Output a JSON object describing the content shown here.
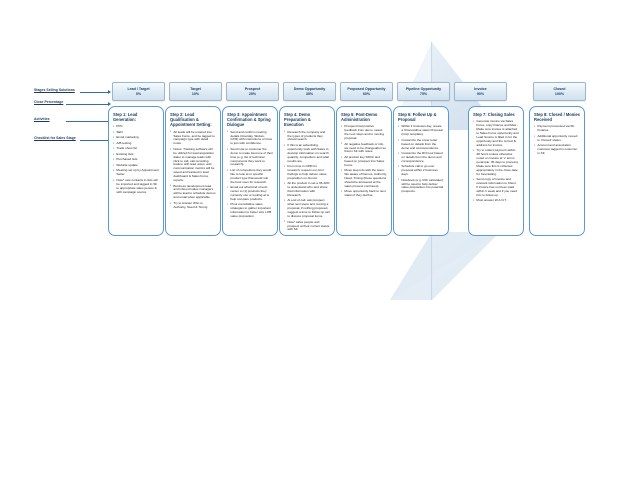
{
  "diagram": {
    "title": "Sales Process Stages Flowchart",
    "accent_color": "#5b9bd5",
    "header_border_color": "#9bb7cf",
    "title_text_color": "#14365c",
    "background_color": "#ffffff",
    "watermark_color": "#dde7f0"
  },
  "left_labels": [
    {
      "text": "Stages Selling Solutions"
    },
    {
      "text": "Close Percentage"
    },
    {
      "text": "Activities"
    },
    {
      "text": "Checklist for Sales Stage"
    }
  ],
  "stages": [
    {
      "name": "Lead / Target",
      "percent": "0%"
    },
    {
      "name": "Target",
      "percent": "10%"
    },
    {
      "name": "Prospect",
      "percent": "25%"
    },
    {
      "name": "Demo Opportunity",
      "percent": "35%"
    },
    {
      "name": "Proposed Opportunity",
      "percent": "60%"
    },
    {
      "name": "Pipeline Opportunity",
      "percent": "75%"
    },
    {
      "name": "Invoice",
      "percent": "90%"
    },
    {
      "name": "Closed",
      "percent": "100%"
    }
  ],
  "cards": [
    {
      "title": "Step 1: Lead Generation:",
      "bullets": [
        "PPC",
        "SEO",
        "Email marketing",
        "A/B testing",
        "Trade show list",
        "Existing lists",
        "Purchased lists",
        "Website update",
        "Meeting set up by Appointment Setter",
        "Note* new contacts in lists will be imported and tagged in SF to appropriate sales person & with campaign source"
      ]
    },
    {
      "title": "Step 2: Lead Qualification & Appointment Setting:",
      "bullets": [
        "All leads will be entered into Sales Force, and be tagged to campaign type with detail notes.",
        "Notes: Tracking software will be utilized for lead acquisition dialer to manage leads with click to call, call recording feature with lead notes, and communication metrics will be saved and tracked in lead dashboard & Sales Force reports.",
        "Business development lead and inbound sales managers will be lead to schedule demos and email when applicable.",
        "Try to Answer Who is, Authority, Need & Timing"
      ]
    },
    {
      "title": "Step 3: Appointment Confirmation & Spring Dialogue",
      "bullets": [
        "Send and confirm meeting details (time/day, Webex, GTM) with instructions on how to join with confidence.",
        "Send note to customer the demo to make best use of their time (e.g. list of technical components they want to research).",
        "List of competitors they would like to look at or specific product type that would suit the best uses for research.",
        "Email out what kind of tech center to (1) products they currently use or looking at to help compare products.",
        "Pivot consultative sales strategies to gather important information to better size LOB value proposition."
      ]
    },
    {
      "title": "Step 4: Demo Preparation & Execution",
      "bullets": [
        "Research the company and the types of products they should search.",
        "If this is an advertising opportunity work with Sales to develop information on search quantity, competitors and what results are.",
        "From time in CRM for research, request our prior findings to help deliver value proposition on demos.",
        "All the product in set a 35-40% to understand who and share that information with Research.",
        "At end of call, ask prospect what next steps and moving a proposal, if nothing proposed, suggest a time to follow up call to discuss proposal items.",
        "Note* sales people and prospect at their current status with SF."
      ]
    },
    {
      "title": "Step 5: Post-Demo Administration",
      "bullets": [
        "Prospect had positive feedback from demo, select the next steps and to moving proposal.",
        "All negative feedback or info, we need to be changed/put so that in SF with notes.",
        "All product key SFDC and based on prospect into Sales Force.",
        "Move step info with the team. We aware of Demos, Authority, Need, Timing (these questions should be answered at the sales process continues).",
        "Move opportunity back to next status if they decline."
      ]
    },
    {
      "title": "Step 6: Follow Up & Proposal",
      "bullets": [
        "Within 1 business day, create a Chorus/drive sales Proposal (Corp template).",
        "Customize the cover letter based on details from the demo and correspondence.",
        "Customize the ROI tool based on details from the demo and correspondence.",
        "Schedule call to go over proposal within 2 business days.",
        "Notebook (e.g. ROI calculator) will be used to help deliver value proposition into potential prospects."
      ]
    },
    {
      "title": "Step 7: Closing Sales",
      "bullets": [
        "Generate invoice via Sales Force, copy finance and Max - Make sure invoice is attached to Sales Force opportunity and Lead Source is filled in for the opportunity and the correct $ address for invoice.",
        "Try to collect payment within 48 hours unless otherwise noted on invoice at 'x' terms (example: 45 days to process). Make sure this is reflected appropriately in the close date for forecasting.",
        "Send copy of invoice and relevant information to Client. If invoice has not been paid within 1 week and if you need him to follow up.",
        "Must answer W.A.N.T."
      ]
    },
    {
      "title": "Step 8: Closed / Monies Received",
      "bullets": [
        "Payment processed via SF Finance.",
        "Additional opportunity moved to 'Closed' status.",
        "Account and association customer tagged in customer in SF."
      ]
    }
  ]
}
